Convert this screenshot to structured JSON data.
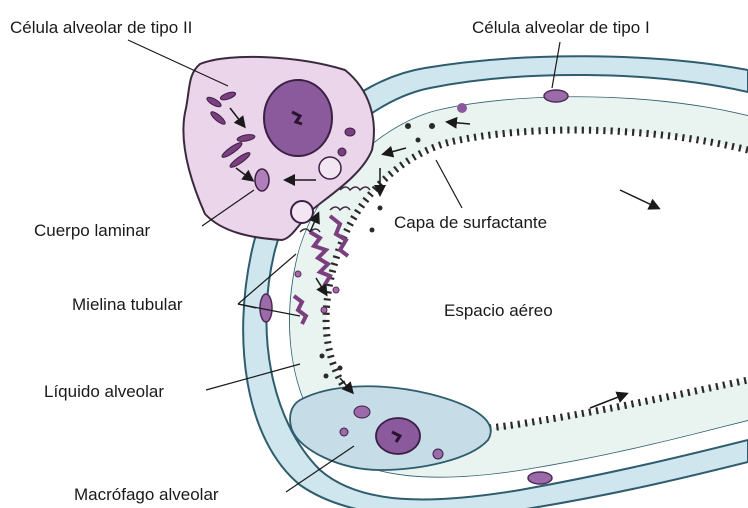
{
  "labels": {
    "type2_cell": "Célula alveolar de tipo II",
    "type1_cell": "Célula alveolar de tipo I",
    "lamellar_body": "Cuerpo laminar",
    "surfactant_layer": "Capa de surfactante",
    "tubular_myelin": "Mielina tubular",
    "air_space": "Espacio aéreo",
    "alveolar_fluid": "Líquido alveolar",
    "macrophage": "Macrófago alveolar"
  },
  "colors": {
    "wall_fill": "#cfe6ee",
    "wall_outline": "#2e5d6e",
    "fluid": "#e9f4f0",
    "type2_cytoplasm": "#ead5ea",
    "nucleus": "#8a5a9c",
    "organelle": "#7b3f7f",
    "macrophage": "#c6dde8",
    "surfactant": "#2a2a2a"
  }
}
